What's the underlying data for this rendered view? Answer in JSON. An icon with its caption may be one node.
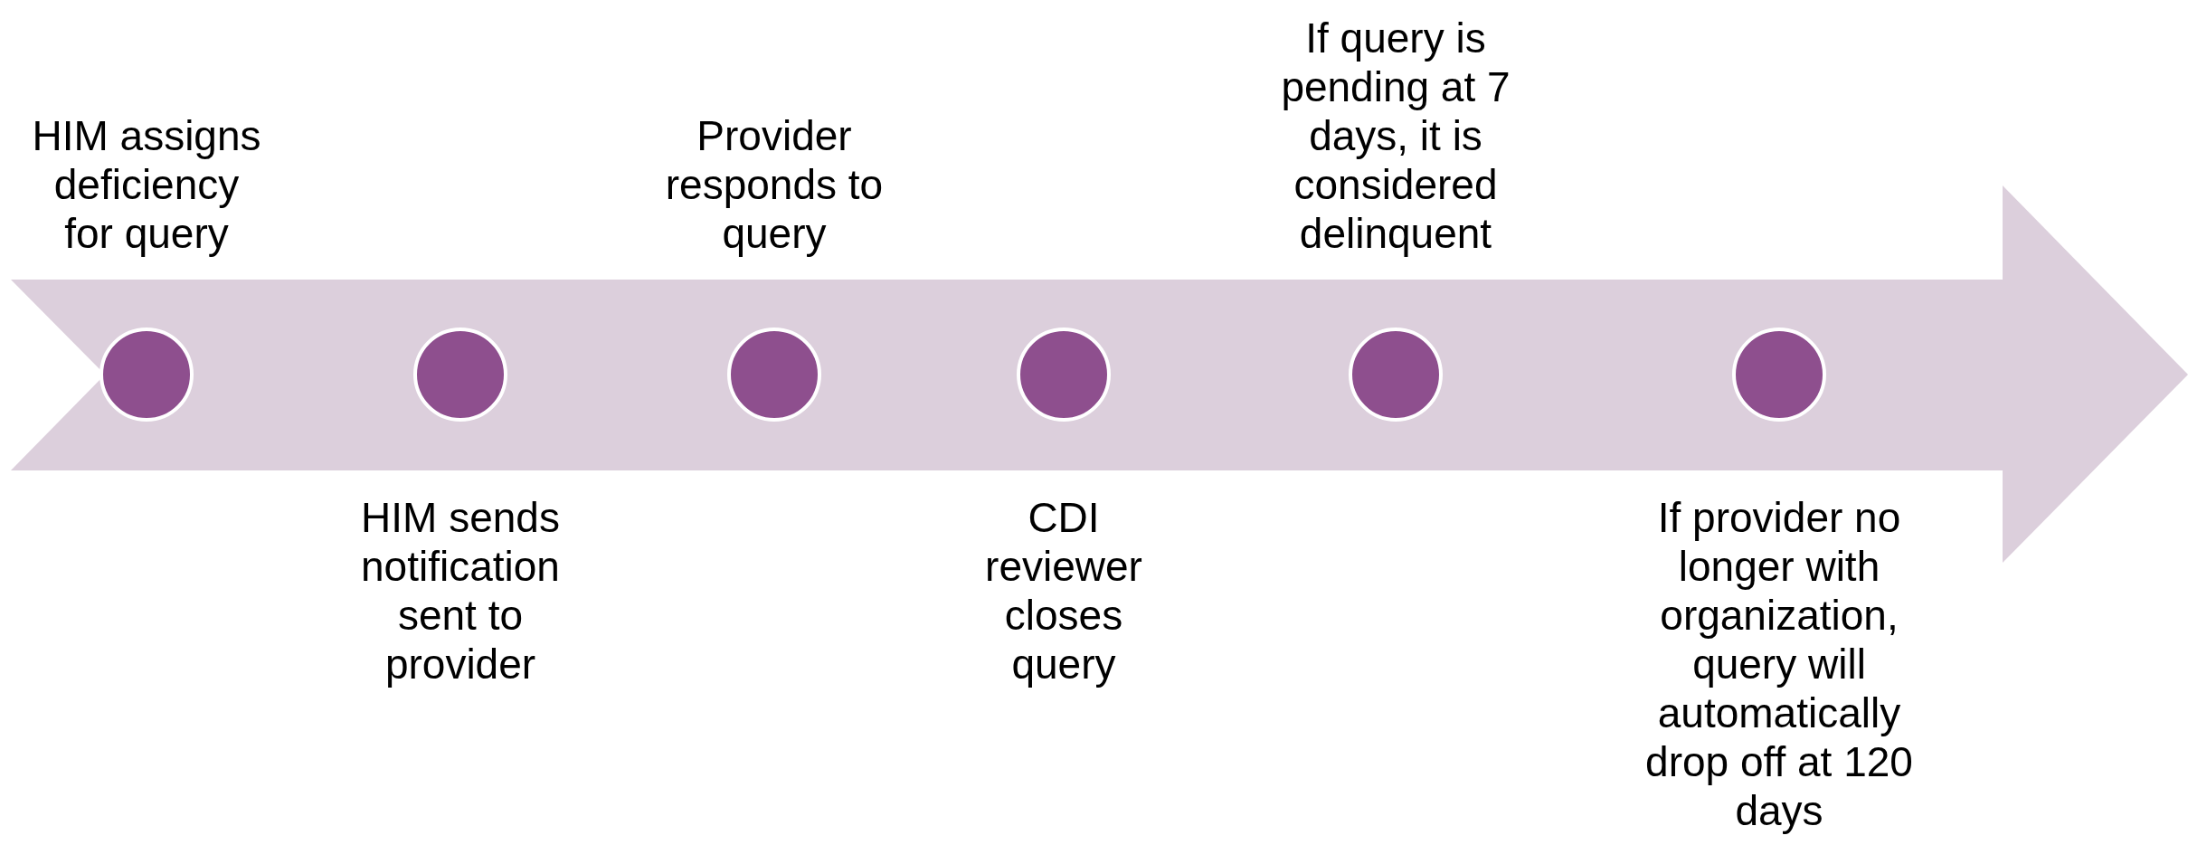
{
  "diagram": {
    "nodes": [
      {
        "text": [],
        "shape": "arrow"
      },
      {
        "text": [],
        "shape": "circle",
        "in": 0,
        "beside": [
          "HIM assigns deficiency for query"
        ]
      },
      {
        "text": [],
        "shape": "circle",
        "in": 0,
        "beside": [
          "HIM sends notification sent to provider"
        ]
      },
      {
        "text": [],
        "shape": "circle",
        "in": 0,
        "beside": [
          "Provider responds to query"
        ]
      },
      {
        "text": [],
        "shape": "circle",
        "in": 0,
        "beside": [
          "CDI reviewer closes query"
        ]
      },
      {
        "text": [],
        "shape": "circle",
        "in": 0,
        "beside": [
          "If query is pending at 7 days, it is considered delinquent"
        ]
      },
      {
        "text": [],
        "shape": "circle",
        "in": 0,
        "beside": [
          "If provider no longer with organization, query will automatically drop off at 120 days"
        ]
      }
    ]
  }
}
